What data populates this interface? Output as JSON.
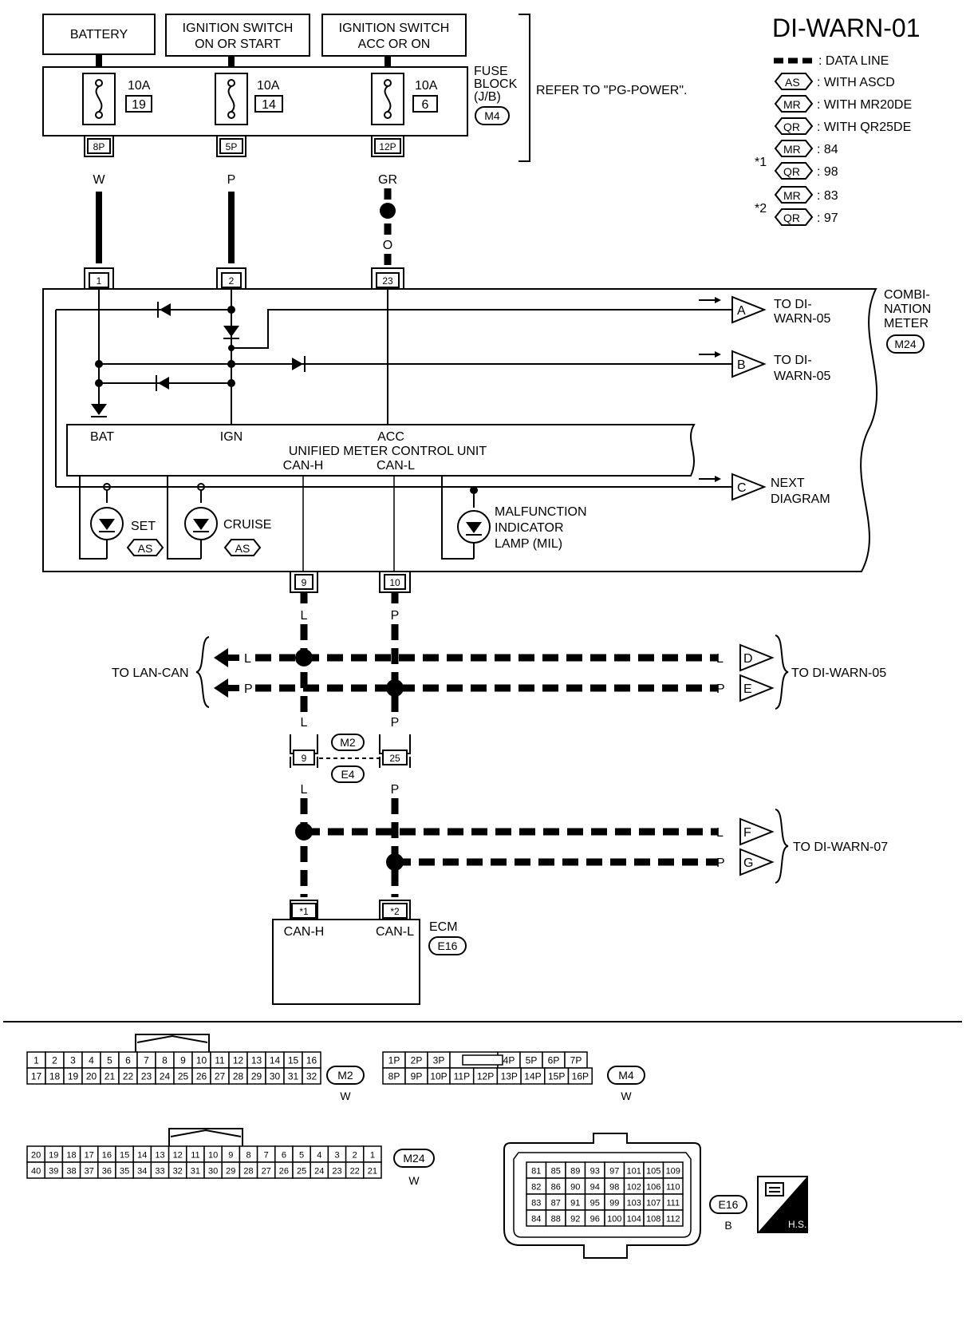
{
  "title": "DI-WARN-01",
  "legend": {
    "data_line": ": DATA LINE",
    "as_tag": "AS",
    "as_text": ": WITH ASCD",
    "mr_tag": "MR",
    "mr_text": ": WITH MR20DE",
    "qr_tag": "QR",
    "qr_text": ": WITH QR25DE",
    "star1": "*1",
    "star2": "*2",
    "s1_mr": ": 84",
    "s1_qr": ": 98",
    "s2_mr": ": 83",
    "s2_qr": ": 97"
  },
  "power": {
    "battery": "BATTERY",
    "ign1": "IGNITION SWITCH",
    "ign2": "ON OR START",
    "acc1": "IGNITION SWITCH",
    "acc2": "ACC OR ON",
    "refer": "REFER TO \"PG-POWER\"."
  },
  "fuse_block": {
    "l1": "FUSE",
    "l2": "BLOCK",
    "l3": "(J/B)",
    "conn": "M4",
    "fuses": [
      {
        "amp": "10A",
        "num": "19",
        "pin": "8P",
        "wire": "W"
      },
      {
        "amp": "10A",
        "num": "14",
        "pin": "5P",
        "wire": "P"
      },
      {
        "amp": "10A",
        "num": "6",
        "pin": "12P",
        "wire": "GR",
        "wire2": "O"
      }
    ]
  },
  "meter": {
    "l1": "COMBI-",
    "l2": "NATION",
    "l3": "METER",
    "conn": "M24",
    "pins_top": [
      "1",
      "2",
      "23"
    ],
    "pins_bottom": [
      "9",
      "10"
    ],
    "unit": "UNIFIED METER CONTROL UNIT",
    "bat": "BAT",
    "ign": "IGN",
    "acc": "ACC",
    "canh": "CAN-H",
    "canl": "CAN-L",
    "set": "SET",
    "cruise": "CRUISE",
    "mil1": "MALFUNCTION",
    "mil2": "INDICATOR",
    "mil3": "LAMP (MIL)",
    "as_tag": "AS"
  },
  "offpage": {
    "a": "A",
    "b": "B",
    "c": "C",
    "d": "D",
    "e": "E",
    "f": "F",
    "g": "G",
    "to_diwarn05_1": "TO DI-",
    "to_diwarn05_2": "WARN-05",
    "next1": "NEXT",
    "next2": "DIAGRAM",
    "to_lancan": "TO LAN-CAN",
    "to_05": "TO DI-WARN-05",
    "to_07": "TO DI-WARN-07"
  },
  "wires": {
    "l": "L",
    "p": "P"
  },
  "joint": {
    "m2": "M2",
    "e4": "E4",
    "pin9": "9",
    "pin25": "25"
  },
  "ecm": {
    "label": "ECM",
    "conn": "E16",
    "pin1": "*1",
    "pin2": "*2",
    "canh": "CAN-H",
    "canl": "CAN-L"
  },
  "connectors": {
    "m2": {
      "row1": [
        "1",
        "2",
        "3",
        "4",
        "5",
        "6",
        "7",
        "8",
        "9",
        "10",
        "11",
        "12",
        "13",
        "14",
        "15",
        "16"
      ],
      "row2": [
        "17",
        "18",
        "19",
        "20",
        "21",
        "22",
        "23",
        "24",
        "25",
        "26",
        "27",
        "28",
        "29",
        "30",
        "31",
        "32"
      ],
      "name": "M2",
      "color": "W"
    },
    "m4": {
      "row1": [
        "1P",
        "2P",
        "3P",
        "",
        "4P",
        "5P",
        "6P",
        "7P"
      ],
      "row2": [
        "8P",
        "9P",
        "10P",
        "11P",
        "12P",
        "13P",
        "14P",
        "15P",
        "16P"
      ],
      "name": "M4",
      "color": "W"
    },
    "m24": {
      "row1": [
        "20",
        "19",
        "18",
        "17",
        "16",
        "15",
        "14",
        "13",
        "12",
        "11",
        "10",
        "9",
        "8",
        "7",
        "6",
        "5",
        "4",
        "3",
        "2",
        "1"
      ],
      "row2": [
        "40",
        "39",
        "38",
        "37",
        "36",
        "35",
        "34",
        "33",
        "32",
        "31",
        "30",
        "29",
        "28",
        "27",
        "26",
        "25",
        "24",
        "23",
        "22",
        "21"
      ],
      "name": "M24",
      "color": "W"
    },
    "e16": {
      "rows": [
        [
          "81",
          "85",
          "89",
          "93",
          "97",
          "101",
          "105",
          "109"
        ],
        [
          "82",
          "86",
          "90",
          "94",
          "98",
          "102",
          "106",
          "110"
        ],
        [
          "83",
          "87",
          "91",
          "95",
          "99",
          "103",
          "107",
          "111"
        ],
        [
          "84",
          "88",
          "92",
          "96",
          "100",
          "104",
          "108",
          "112"
        ]
      ],
      "name": "E16",
      "color": "B"
    }
  },
  "hs": "H.S."
}
